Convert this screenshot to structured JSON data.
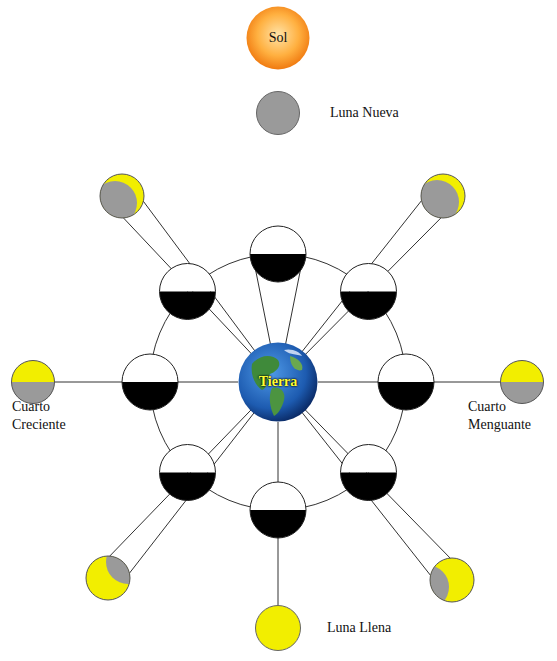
{
  "diagram": {
    "nodes": [
      {
        "text": [
          "Sol"
        ]
      },
      {
        "text": [
          "Luna Nueva"
        ]
      },
      {
        "text": [
          "Cuarto Creciente"
        ]
      },
      {
        "text": [
          "Tierra"
        ]
      },
      {
        "text": [
          "Cuarto Menguante"
        ]
      },
      {
        "text": [
          "Luna Llena"
        ]
      }
    ],
    "edges": [
      {
        "from": 3,
        "to": 2,
        "arrow": "none"
      },
      {
        "from": 3,
        "to": 4,
        "arrow": "none"
      },
      {
        "from": 3,
        "to": 5,
        "arrow": "none"
      }
    ]
  }
}
